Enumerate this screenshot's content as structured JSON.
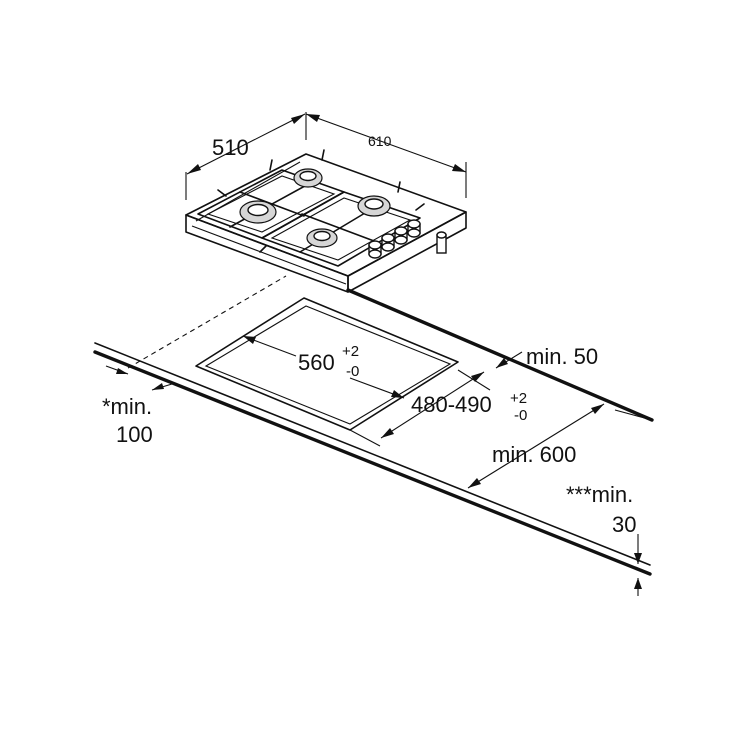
{
  "hob": {
    "depth_dim": "510",
    "width_dim": "610"
  },
  "cutout": {
    "width_main": "560",
    "width_tol_plus": "+2",
    "width_tol_minus": "-0",
    "depth_main": "480-490",
    "depth_tol_plus": "+2",
    "depth_tol_minus": "-0"
  },
  "clearances": {
    "rear_label": "min. 50",
    "side_line1": "*min.",
    "side_line2": "100",
    "depth_label": "min. 600",
    "front_line1": "***min.",
    "front_line2": "30"
  }
}
